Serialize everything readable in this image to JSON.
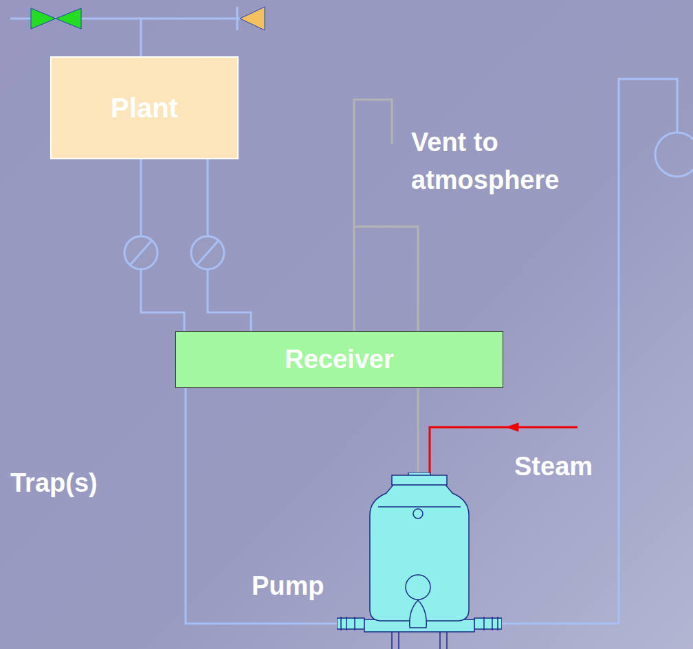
{
  "diagram": {
    "nodes": [
      {
        "text": [
          "Plant"
        ]
      },
      {
        "text": [
          "Receiver"
        ]
      },
      {
        "text": [
          "Pump"
        ]
      }
    ],
    "edges": [
      {
        "from": 0,
        "to": 1,
        "arrow": "none"
      },
      {
        "from": 0,
        "to": 1,
        "arrow": "none"
      },
      {
        "from": 1,
        "to": 2,
        "arrow": "none"
      }
    ],
    "labels": [
      "Vent to atmosphere",
      "Steam",
      "Trap(s)"
    ]
  }
}
